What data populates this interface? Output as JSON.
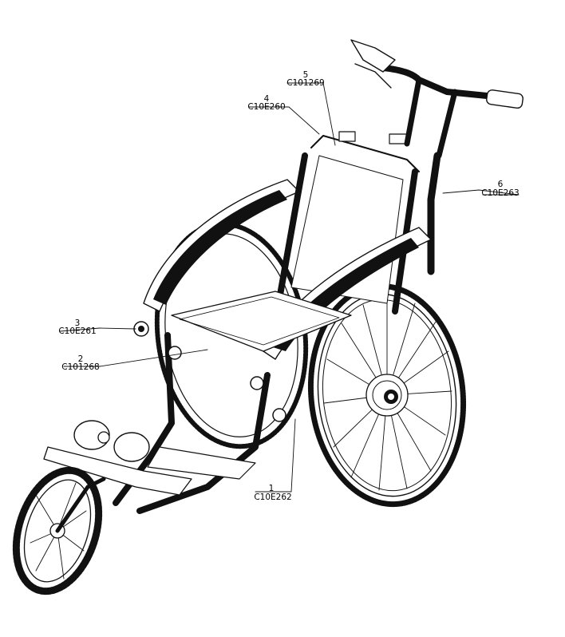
{
  "callouts": [
    {
      "number": "1",
      "code": "C10E262",
      "part": "frame-bottom"
    },
    {
      "number": "2",
      "code": "C101268",
      "part": "seat"
    },
    {
      "number": "3",
      "code": "C10E261",
      "part": "side-knob"
    },
    {
      "number": "4",
      "code": "C10E260",
      "part": "backrest-frame"
    },
    {
      "number": "5",
      "code": "C101269",
      "part": "backrest-top"
    },
    {
      "number": "6",
      "code": "C10E263",
      "part": "handlebar-post"
    }
  ],
  "colors": {
    "ink": "#111111",
    "background": "#ffffff",
    "tire_tread": "#555555"
  }
}
